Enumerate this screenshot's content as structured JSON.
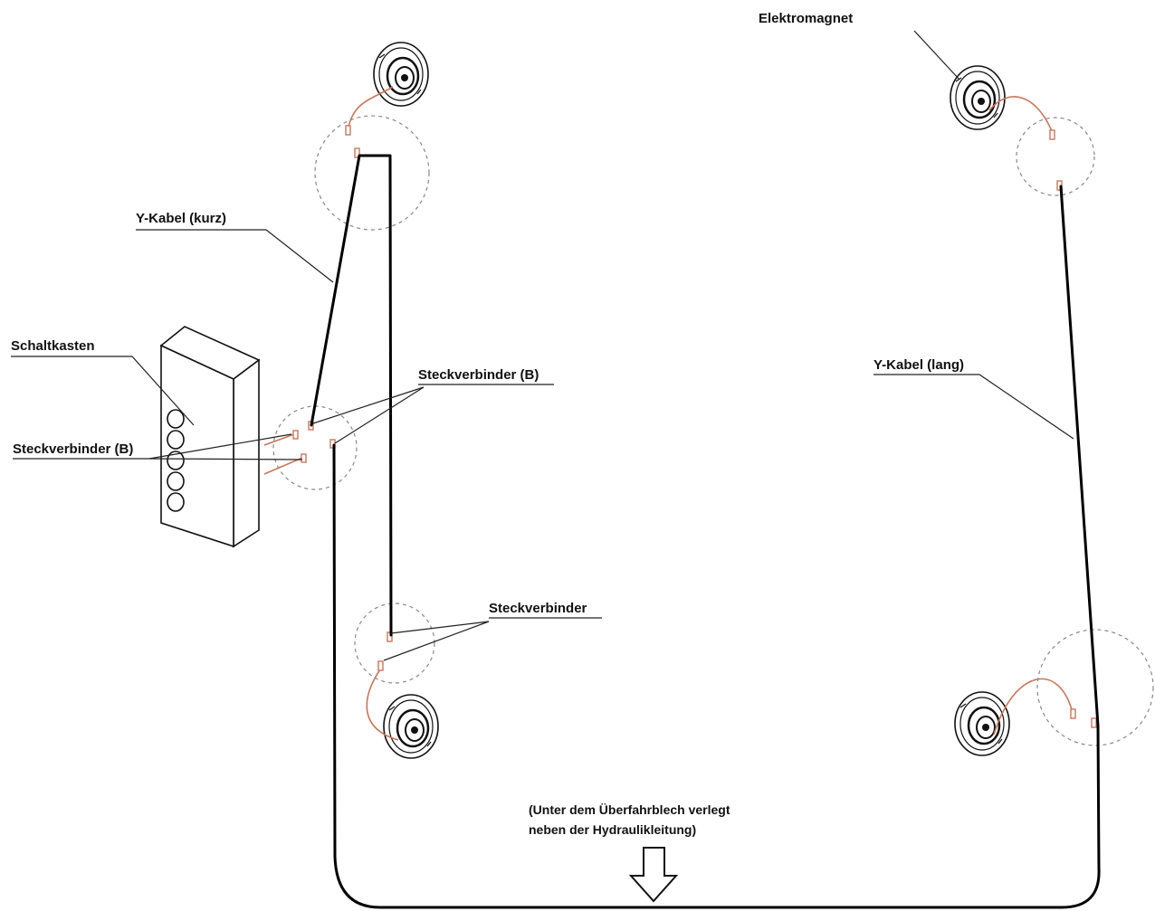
{
  "labels": {
    "elektromagnet": "Elektromagnet",
    "y_kabel_kurz": "Y-Kabel  (kurz)",
    "y_kabel_lang": "Y-Kabel (lang)",
    "schaltkasten": "Schaltkasten",
    "steckverbinder_b_right": "Steckverbinder (B)",
    "steckverbinder_b_left": "Steckverbinder (B)",
    "steckverbinder": "Steckverbinder"
  },
  "note": {
    "line1": "(Unter dem Überfahrblech verlegt",
    "line2": "neben der Hydraulikleitung)"
  },
  "icons": {
    "magnet": "electromagnet-icon",
    "control_box": "control-box-icon",
    "arrow": "down-arrow-icon"
  },
  "colors": {
    "cable": "#000000",
    "wire": "#c9775a",
    "dashed_circle": "#888888"
  }
}
